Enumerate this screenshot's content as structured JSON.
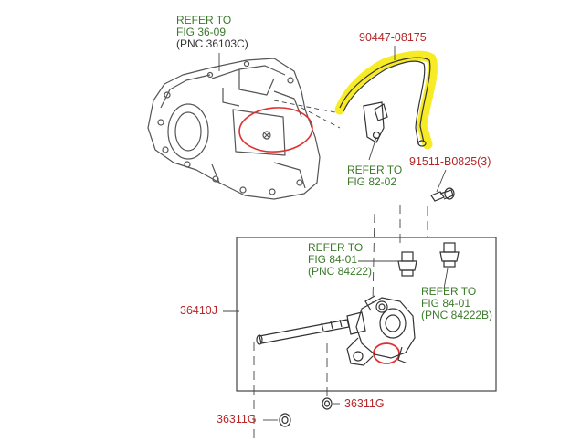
{
  "colors": {
    "reference_text": "#3a7a2a",
    "part_number_text": "#b5272a",
    "line_art": "#555555",
    "highlight_yellow": "#f7ea1a",
    "markup_red": "#e03030"
  },
  "labels": {
    "ref_36_09": {
      "line1": "REFER TO",
      "line2": "FIG 36-09",
      "line3": "(PNC 36103C)"
    },
    "part_90447": "90447-08175",
    "ref_82_02": {
      "line1": "REFER TO",
      "line2": "FIG 82-02"
    },
    "part_91511": "91511-B0825(3)",
    "ref_84_01_a": {
      "line1": "REFER TO",
      "line2": "FIG 84-01",
      "line3": "(PNC 84222)"
    },
    "ref_84_01_b": {
      "line1": "REFER TO",
      "line2": "FIG 84-01",
      "line3": "(PNC 84222B)"
    },
    "part_36410": "36410J",
    "part_36311_right": "36311G",
    "part_36311_left": "36311G"
  }
}
